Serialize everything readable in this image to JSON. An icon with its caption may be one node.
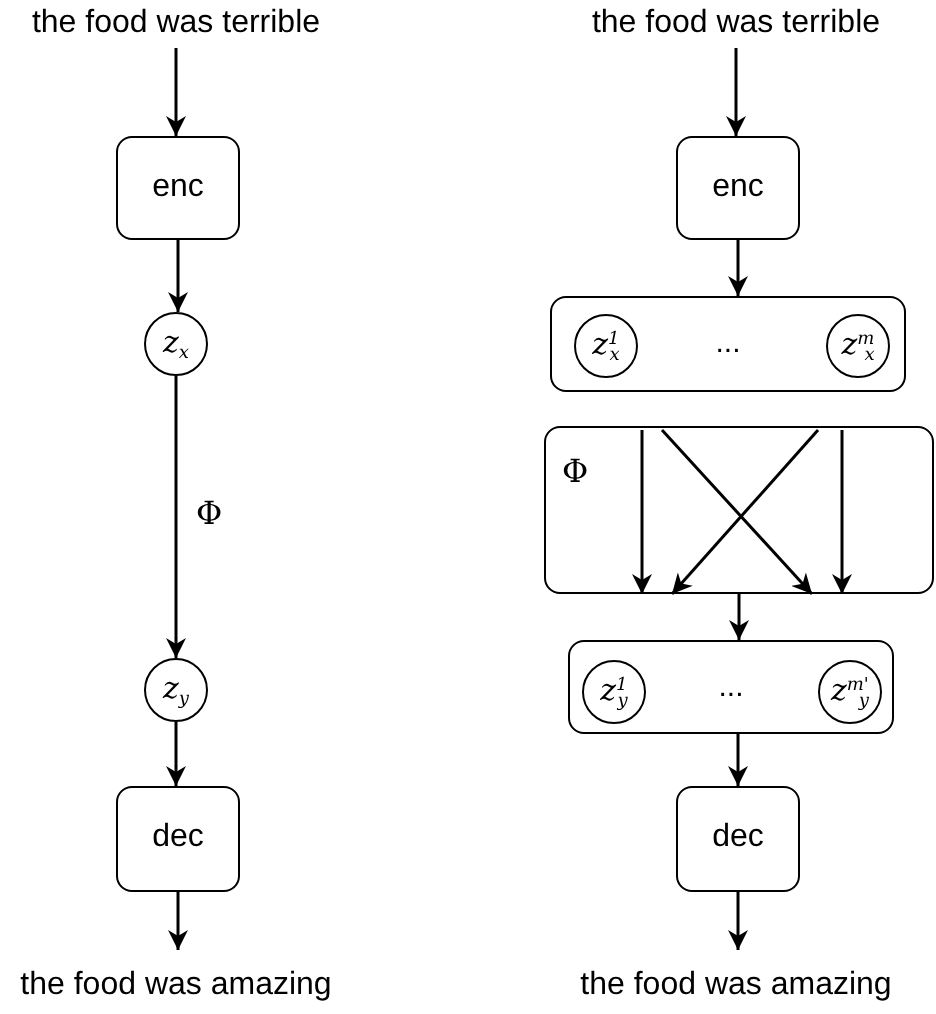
{
  "diagram": {
    "nodes": [
      {
        "text": [
          "the food was terrible"
        ]
      },
      {
        "text": [
          "enc"
        ]
      },
      {
        "text": [
          "z$_{x}$"
        ]
      },
      {
        "text": [
          "z$_{y}$"
        ]
      },
      {
        "text": [
          "dec"
        ]
      },
      {
        "text": [
          "the food was amazing"
        ]
      },
      {
        "text": [
          "the food was terrible"
        ]
      },
      {
        "text": [
          "enc"
        ]
      },
      {
        "text": [
          "..."
        ]
      },
      {
        "text": [
          "z$^{1}$$_{x}$"
        ],
        "in": 8
      },
      {
        "text": [
          "z$^{m}$$_{x}$"
        ],
        "in": 8
      },
      {
        "text": [
          "Φ"
        ]
      },
      {
        "text": [
          "..."
        ]
      },
      {
        "text": [
          "z$^{1}$$_{y}$"
        ],
        "in": 12
      },
      {
        "text": [
          "z$^{m'}$$_{y}$"
        ],
        "in": 12
      },
      {
        "text": [
          "dec"
        ]
      },
      {
        "text": [
          "the food was amazing"
        ]
      }
    ],
    "edges": [
      {
        "from": 0,
        "to": 1,
        "arrow": "to"
      },
      {
        "from": 1,
        "to": 2,
        "arrow": "to"
      },
      {
        "from": 2,
        "to": 3,
        "arrow": "to",
        "label": "Φ"
      },
      {
        "from": 3,
        "to": 4,
        "arrow": "to"
      },
      {
        "from": 4,
        "to": 5,
        "arrow": "to"
      },
      {
        "from": 6,
        "to": 7,
        "arrow": "to"
      },
      {
        "from": 7,
        "to": 8,
        "arrow": "to"
      },
      {
        "from": 11,
        "to": 12,
        "arrow": "to"
      },
      {
        "from": 12,
        "to": 15,
        "arrow": "to"
      },
      {
        "from": 15,
        "to": 16,
        "arrow": "to"
      }
    ]
  }
}
